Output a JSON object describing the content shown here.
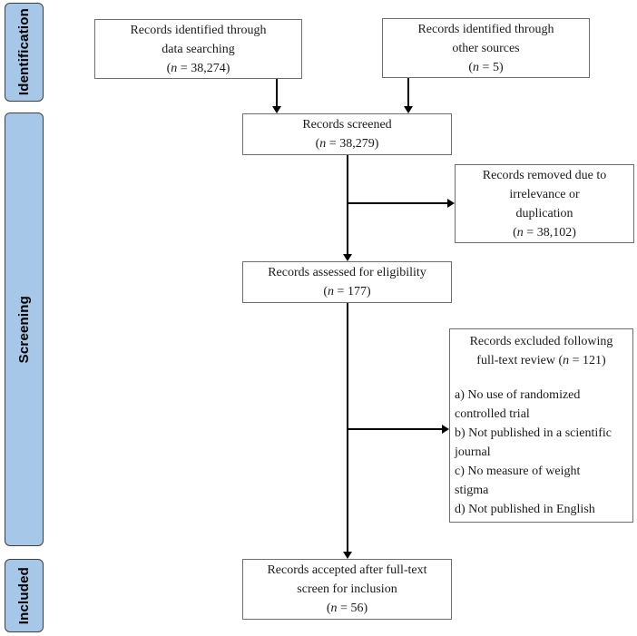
{
  "meta": {
    "paren_open": "(",
    "n_symbol": "n"
  },
  "colors": {
    "stage_fill": "#a6c7e7",
    "stage_border": "#3f3f3f",
    "box_border": "#6e6e6e",
    "arrow": "#000000",
    "background": "#ffffff"
  },
  "sidebar": {
    "stages": [
      {
        "label": "Identification"
      },
      {
        "label": "Screening"
      },
      {
        "label": "Included"
      }
    ]
  },
  "boxes": {
    "identified_data": {
      "line1": "Records identified through",
      "line2": "data searching",
      "n_rest": " = 38,274)"
    },
    "identified_other": {
      "line1": "Records identified through",
      "line2": "other sources",
      "n_rest": " = 5)"
    },
    "screened": {
      "line1": "Records screened",
      "n_rest": " = 38,279)"
    },
    "removed": {
      "line1": "Records removed due to",
      "line2": "irrelevance or",
      "line3": "duplication",
      "n_rest": " = 38,102)"
    },
    "assessed": {
      "line1": "Records assessed for eligibility",
      "n_rest": " = 177)"
    },
    "excluded": {
      "title_line1": "Records excluded following",
      "title_line2_prefix": "full-text review ",
      "n_rest": " = 121)",
      "reasons": [
        "a) No use of randomized",
        "controlled trial",
        "b) Not published in a scientific",
        "journal",
        "c) No measure of weight",
        "stigma",
        "d) Not published in English"
      ]
    },
    "accepted": {
      "line1": "Records accepted after full-text",
      "line2": "screen for inclusion",
      "n_rest": " = 56)"
    }
  }
}
